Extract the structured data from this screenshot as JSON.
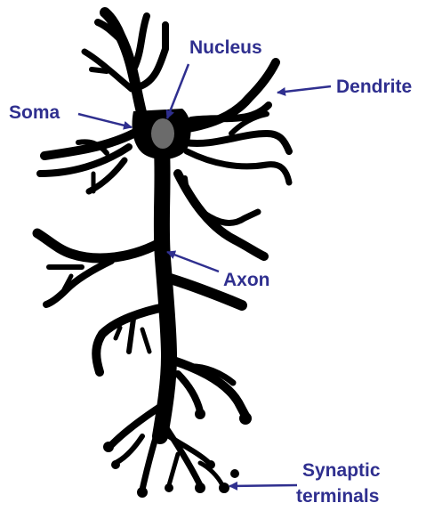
{
  "labels": {
    "nucleus": "Nucleus",
    "soma": "Soma",
    "dendrite": "Dendrite",
    "axon": "Axon",
    "synaptic_line1": "Synaptic",
    "synaptic_line2": "terminals"
  },
  "colors": {
    "label": "#2f2f8f",
    "neuron": "#000000",
    "nucleus": "#6b6b6b"
  }
}
